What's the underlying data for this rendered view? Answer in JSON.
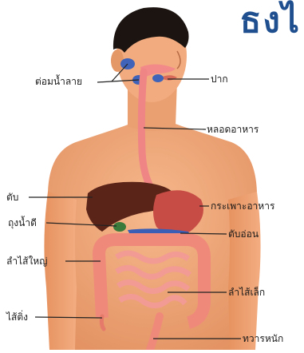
{
  "diagram": {
    "corner_text": "ธงไ",
    "colors": {
      "skin": "#f0a577",
      "skin_shadow": "#d9875c",
      "hair": "#1b1410",
      "organ_pink": "#f07f7f",
      "liver": "#5b2418",
      "stomach": "#c74c45",
      "pancreas": "#3a5db5",
      "gland": "#3f63b8",
      "leader_line": "#222222"
    },
    "labels": {
      "salivary": "ต่อมน้ำลาย",
      "mouth": "ปาก",
      "esophagus": "หลอดอาหาร",
      "liver": "ตับ",
      "gallbladder": "ถุงน้ำดี",
      "stomach": "กระเพาะอาหาร",
      "pancreas": "ตับอ่อน",
      "large_intestine": "ลำไส้ใหญ่",
      "small_intestine": "ลำไส้เล็ก",
      "appendix": "ไส้ติ่ง",
      "anus": "ทวารหนัก"
    }
  }
}
